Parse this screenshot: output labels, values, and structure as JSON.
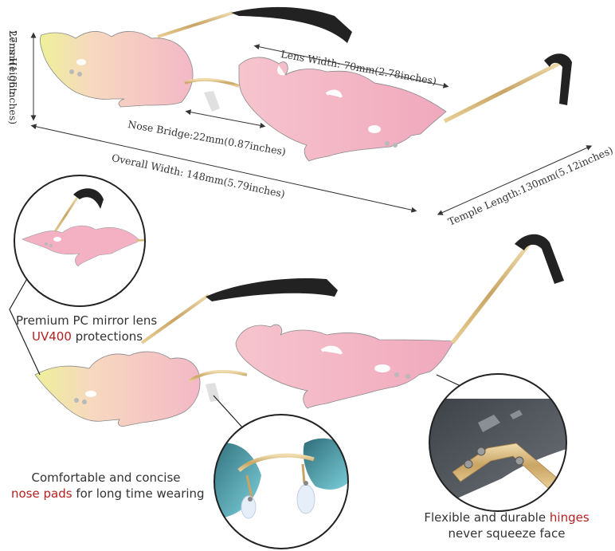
{
  "dimensions": {
    "lens_height": "Lens Height:",
    "lens_height_value": "27mm(1.06inches)",
    "lens_width": "Lens Width: 70mm(2.78inches)",
    "nose_bridge": "Nose Bridge:22mm(0.87inches)",
    "overall_width": "Overall Width: 148mm(5.79inches)",
    "temple_length": "Temple Length:130mm(5.12inches)"
  },
  "features": {
    "lens": {
      "line1": "Premium PC mirror lens",
      "highlight": "UV400",
      "rest": " protections"
    },
    "nose": {
      "line1": "Comfortable and concise",
      "highlight": "nose pads",
      "rest": " for long time wearing"
    },
    "hinge": {
      "line1_pre": "Flexible and durable ",
      "highlight": "hinges",
      "line2": "never squeeze face"
    }
  },
  "colors": {
    "lens_pink": "#f3b3c3",
    "lens_yellow": "#f1f0a0",
    "frame_gold": "#d4b47a",
    "temple_tip": "#222222",
    "accent_red": "#b52020"
  }
}
